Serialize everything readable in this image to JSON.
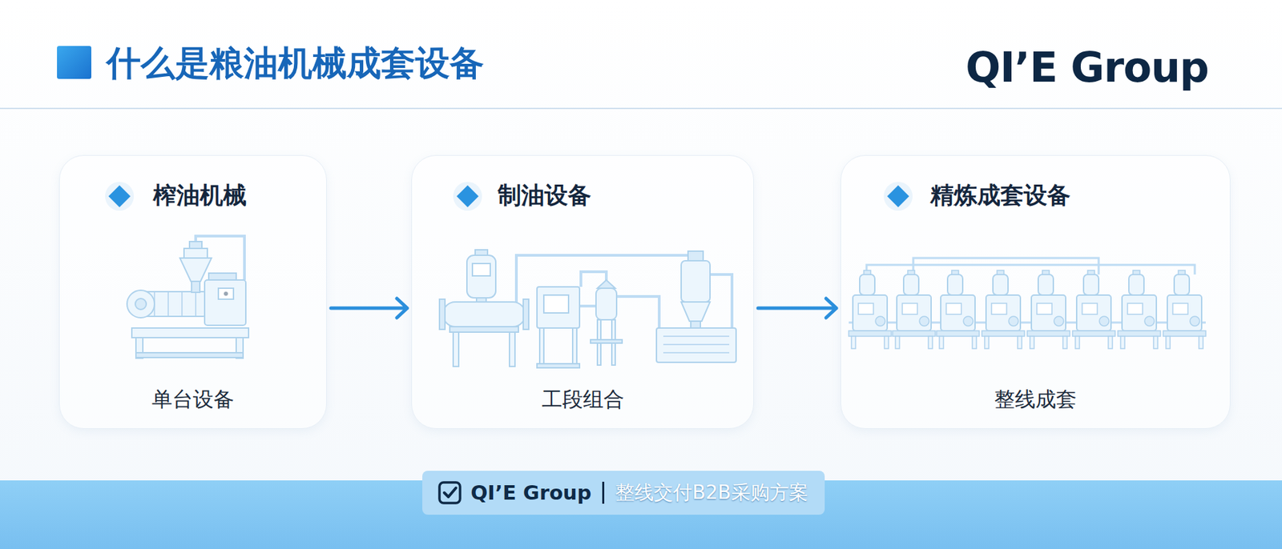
{
  "diagram": {
    "title": "什么是粮油机械成套设备",
    "nodes": [
      {
        "text": [
          "榨油机械",
          "单台设备"
        ]
      },
      {
        "text": [
          "制油设备",
          "工段组合"
        ]
      },
      {
        "text": [
          "精炼成套设备",
          "整线成套"
        ]
      },
      {
        "text": [
          "QI’E Group",
          "整线交付B2B采购方案"
        ]
      }
    ],
    "edges": [
      {
        "from": 0,
        "to": 1,
        "arrow": "to"
      },
      {
        "from": 1,
        "to": 2,
        "arrow": "to"
      }
    ],
    "labels": [
      "QI’E Group"
    ]
  }
}
